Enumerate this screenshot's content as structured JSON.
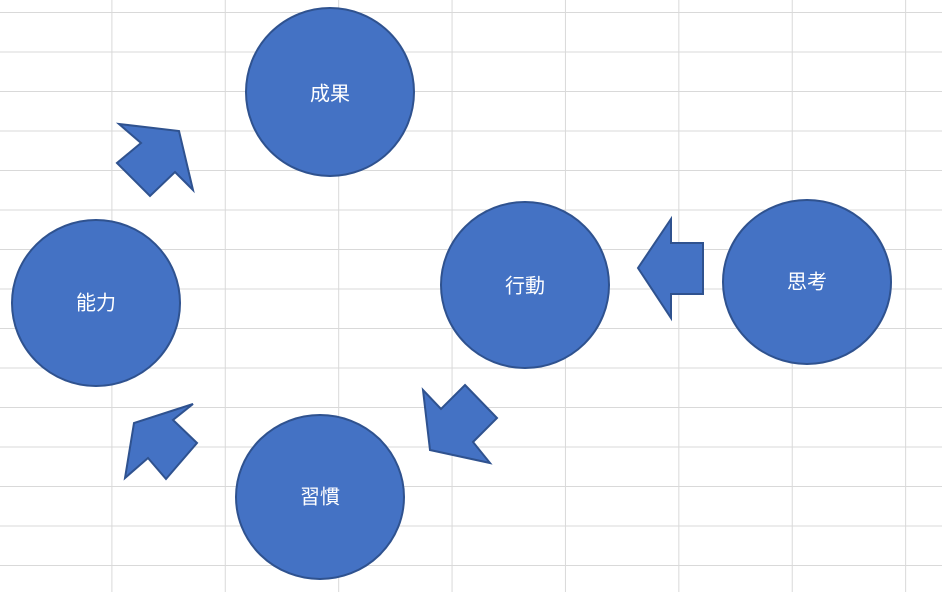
{
  "colors": {
    "shape_fill": "#4472c4",
    "shape_stroke": "#2f528f",
    "label": "#ffffff",
    "gridline": "#d9d9d9"
  },
  "nodes": {
    "seika": {
      "label": "成果"
    },
    "nouryoku": {
      "label": "能力"
    },
    "koudou": {
      "label": "行動"
    },
    "shikou": {
      "label": "思考"
    },
    "shuukan": {
      "label": "習慣"
    }
  }
}
